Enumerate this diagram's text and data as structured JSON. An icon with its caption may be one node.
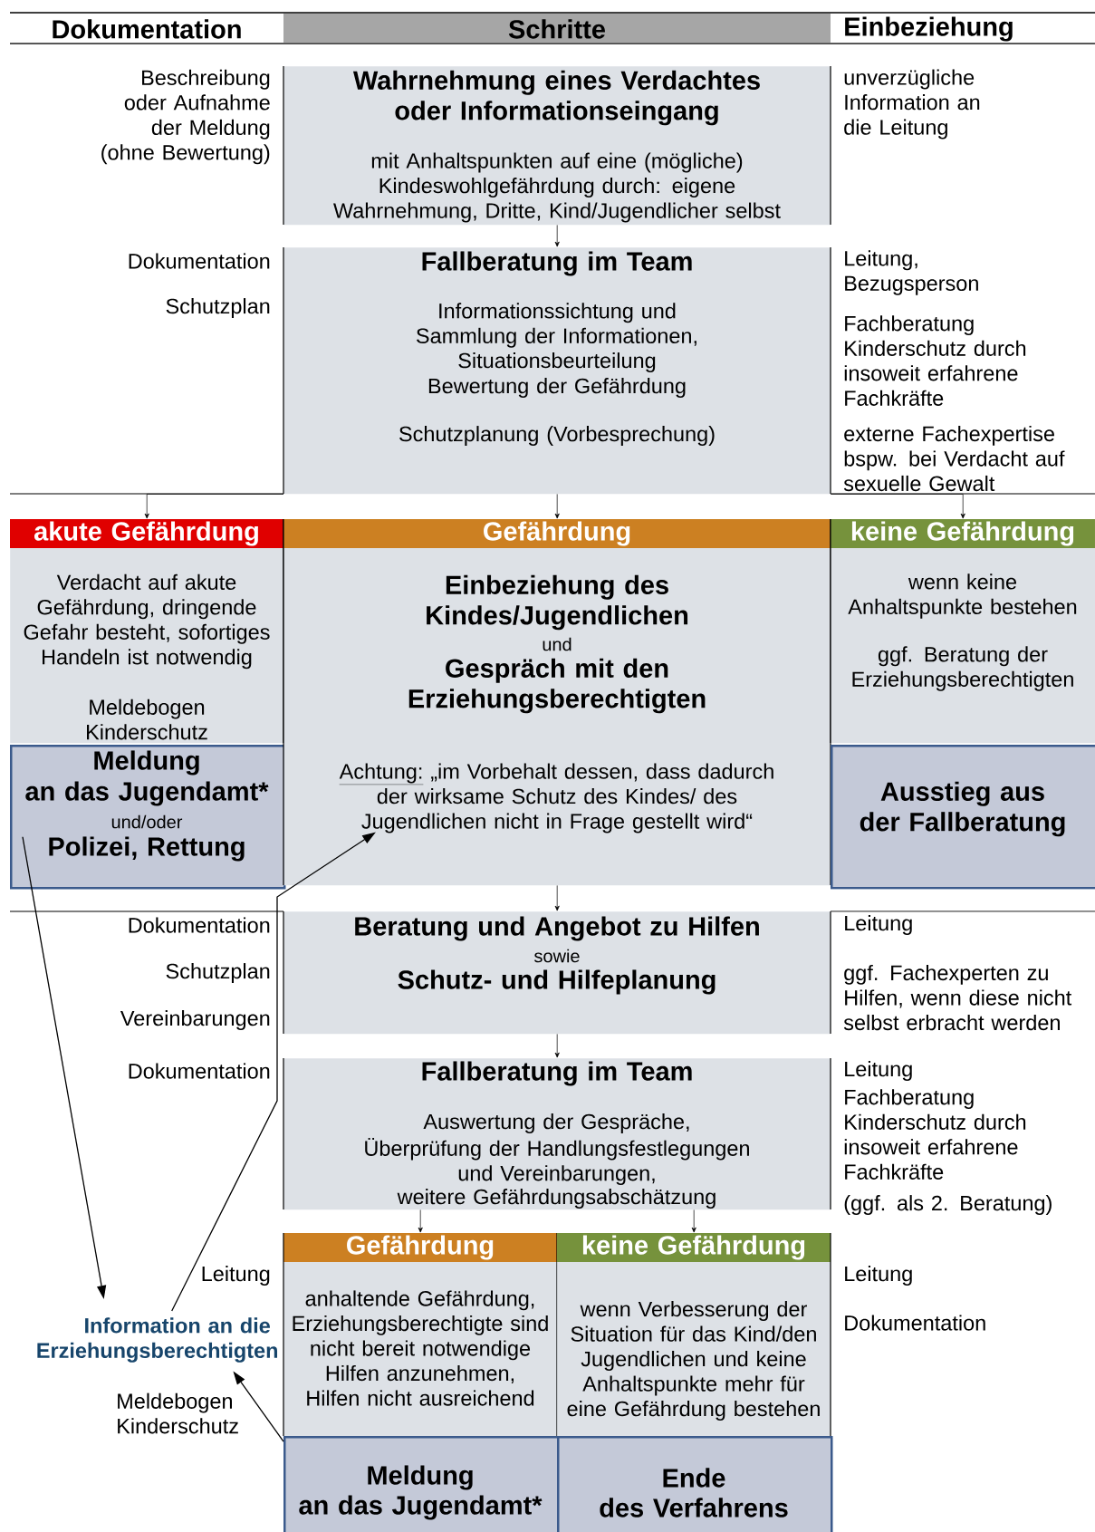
{
  "diagram": {
    "nodes": [
      {
        "text": [
          "Wahrnehmung eines Verdachtes oder Informationseingang",
          "mit Anhaltspunkten auf eine (mögliche) Kindeswohlgefährdung durch: eigene Wahrnehmung, Dritte, Kind/Jugendlicher selbst"
        ]
      },
      {
        "text": [
          "Fallberatung im Team",
          "Informationssichtung und Sammlung der Informationen,",
          "Situationsbeurteilung",
          "Bewertung der Gefährdung",
          "Schutzplanung (Vorbesprechung)"
        ]
      },
      {
        "text": [
          "akute Gefährdung",
          "Verdacht auf akute Gefährdung, dringende Gefahr besteht, sofortiges Handeln ist notwendig",
          "Meldebogen Kinderschutz"
        ]
      },
      {
        "text": [
          "Meldung",
          "an das Jugendamt*",
          "und/oder",
          "Polizei, Rettung"
        ]
      },
      {
        "text": [
          "Gefährdung",
          "Einbeziehung des Kindes/Jugendlichen",
          "und",
          "Gespräch mit den Erziehungsberechtigten",
          "Achtung:",
          "„im Vorbehalt dessen, dass dadurch der wirksame Schutz des Kindes/ des Jugendlichen nicht in Frage gestellt wird“"
        ]
      },
      {
        "text": [
          "keine Gefährdung",
          "wenn keine Anhaltspunkte bestehen",
          "ggf. Beratung der Erziehungsberechtigten"
        ]
      },
      {
        "text": [
          "Ausstieg aus der Fallberatung"
        ]
      },
      {
        "text": [
          "Beratung und Angebot zu Hilfen",
          "sowie",
          "Schutz- und Hilfeplanung"
        ]
      },
      {
        "text": [
          "Fallberatung im Team",
          "Auswertung der Gespräche,",
          "Überprüfung der Handlungsfestlegungen und Vereinbarungen,",
          "weitere Gefährdungsabschätzung"
        ]
      },
      {
        "text": [
          "Gefährdung",
          "anhaltende Gefährdung, Erziehungsberechtigte sind nicht bereit notwendige Hilfen anzunehmen, Hilfen nicht ausreichend"
        ]
      },
      {
        "text": [
          "keine Gefährdung",
          "wenn Verbesserung der Situation für das Kind/den Jugendlichen und keine Anhaltspunkte mehr für eine Gefährdung bestehen"
        ]
      },
      {
        "text": [
          "Meldung",
          "an das Jugendamt*"
        ]
      },
      {
        "text": [
          "Ende",
          "des Verfahrens"
        ]
      },
      {
        "text": [
          "Information an die Erziehungsberechtigten"
        ]
      }
    ],
    "edges": [
      {
        "from": 0,
        "to": 1,
        "arrow": "to"
      },
      {
        "from": 1,
        "to": 2,
        "arrow": "to"
      },
      {
        "from": 1,
        "to": 4,
        "arrow": "to"
      },
      {
        "from": 1,
        "to": 5,
        "arrow": "to"
      },
      {
        "from": 4,
        "to": 7,
        "arrow": "to"
      },
      {
        "from": 7,
        "to": 8,
        "arrow": "to"
      },
      {
        "from": 8,
        "to": 9,
        "arrow": "to"
      },
      {
        "from": 8,
        "to": 10,
        "arrow": "to"
      },
      {
        "from": 3,
        "to": 13,
        "arrow": "to"
      },
      {
        "from": 13,
        "to": 4,
        "arrow": "to"
      },
      {
        "from": 11,
        "to": 13,
        "arrow": "to"
      }
    ],
    "labels": [
      "Dokumentation",
      "Schritte",
      "Einbeziehung",
      "Beschreibung oder Aufnahme der Meldung (ohne Bewertung)",
      "unverzügliche Information an die Leitung",
      "Dokumentation",
      "Schutzplan",
      "Leitung, Bezugsperson",
      "Fachberatung Kinderschutz durch insoweit erfahrene Fachkräfte",
      "externe Fachexpertise bspw. bei Verdacht auf sexuelle Gewalt",
      "Dokumentation",
      "Schutzplan",
      "Vereinbarungen",
      "Leitung",
      "ggf. Fachexperten zu Hilfen, wenn diese nicht selbst erbracht werden",
      "Dokumentation",
      "Leitung",
      "Fachberatung Kinderschutz durch insoweit erfahrene Fachkräfte",
      "(ggf. als 2. Beratung)",
      "Leitung",
      "Meldebogen Kinderschutz",
      "Leitung",
      "Dokumentation"
    ]
  }
}
